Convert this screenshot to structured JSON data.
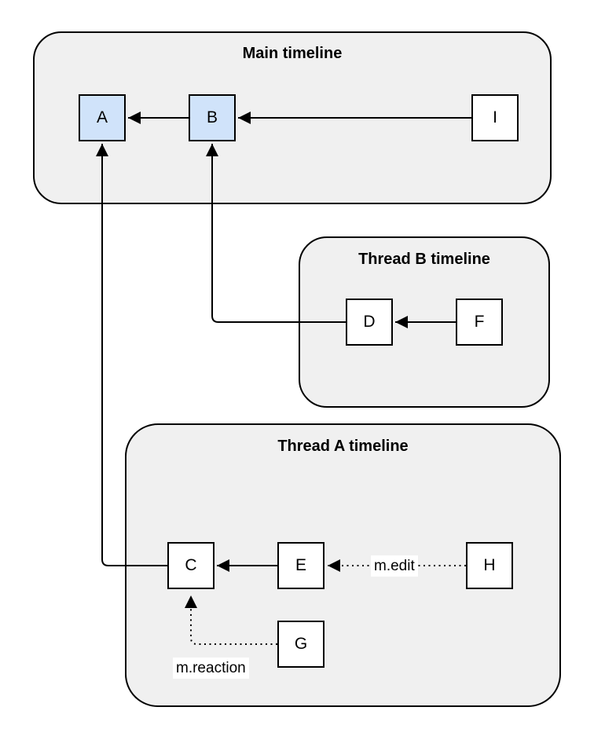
{
  "diagram": {
    "containers": {
      "main": {
        "title": "Main timeline"
      },
      "thread_b": {
        "title": "Thread B timeline"
      },
      "thread_a": {
        "title": "Thread A timeline"
      }
    },
    "nodes": {
      "A": {
        "label": "A"
      },
      "B": {
        "label": "B"
      },
      "I": {
        "label": "I"
      },
      "D": {
        "label": "D"
      },
      "F": {
        "label": "F"
      },
      "C": {
        "label": "C"
      },
      "E": {
        "label": "E"
      },
      "H": {
        "label": "H"
      },
      "G": {
        "label": "G"
      }
    },
    "edge_labels": {
      "edit": "m.edit",
      "reaction": "m.reaction"
    },
    "colors": {
      "container_fill": "#f0f0f0",
      "container_stroke": "#000000",
      "node_fill": "#ffffff",
      "node_highlight_fill": "#d0e3fa",
      "node_stroke": "#000000",
      "edge_color": "#000000",
      "label_bg": "#ffffff",
      "text_color": "#000000"
    }
  }
}
